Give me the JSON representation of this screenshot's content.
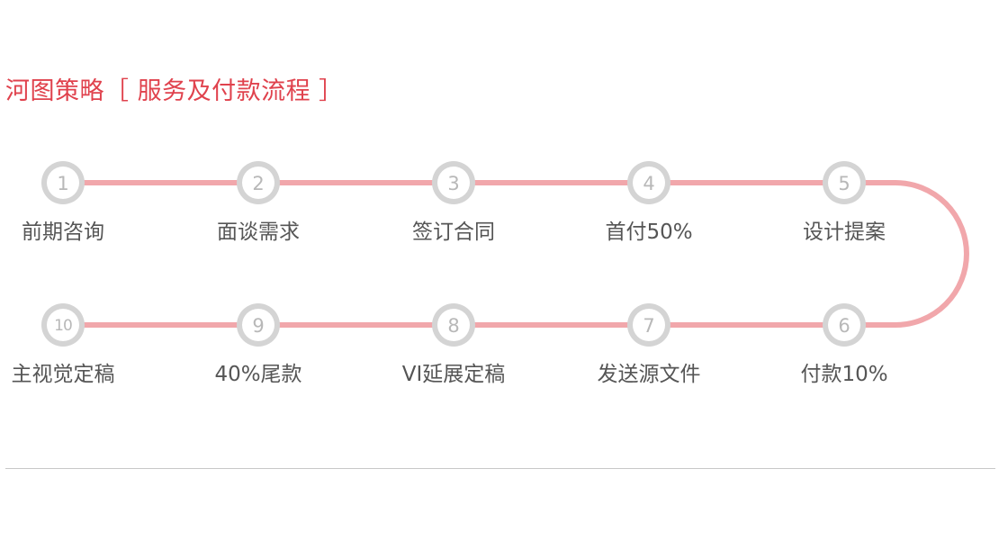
{
  "title": "河图策略［ 服务及付款流程 ］",
  "colors": {
    "title": "#e0424d",
    "connector": "#f1a7ab",
    "node_ring": "#d4d4d4",
    "node_number": "#b8b8b8",
    "label": "#555555",
    "divider": "#c8c8c8"
  },
  "steps": [
    {
      "number": "1",
      "label": "前期咨询"
    },
    {
      "number": "2",
      "label": "面谈需求"
    },
    {
      "number": "3",
      "label": "签订合同"
    },
    {
      "number": "4",
      "label": "首付50%"
    },
    {
      "number": "5",
      "label": "设计提案"
    },
    {
      "number": "6",
      "label": "付款10%"
    },
    {
      "number": "7",
      "label": "发送源文件"
    },
    {
      "number": "8",
      "label": "VI延展定稿"
    },
    {
      "number": "9",
      "label": "40%尾款"
    },
    {
      "number": "10",
      "label": "主视觉定稿"
    }
  ]
}
